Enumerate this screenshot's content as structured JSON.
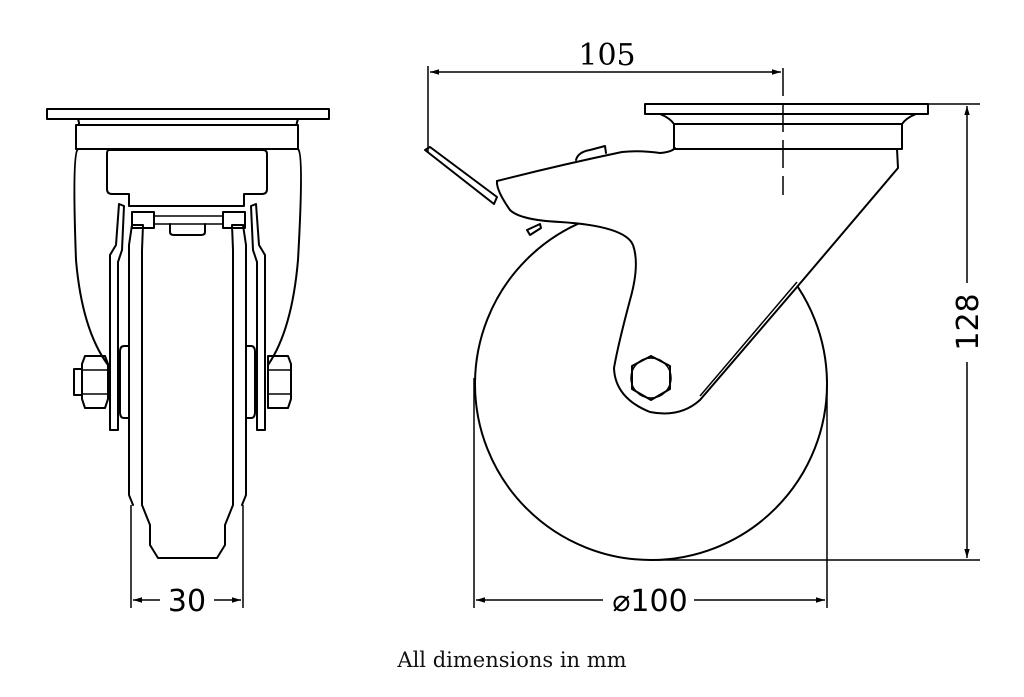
{
  "drawing": {
    "subject": "Swivel castor with brake - technical drawing",
    "views": [
      {
        "name": "front-view",
        "label": ""
      },
      {
        "name": "side-view",
        "label": ""
      }
    ],
    "dimensions": {
      "wheel_width": "30",
      "brake_offset": "105",
      "wheel_diameter": "⌀100",
      "overall_height": "128"
    },
    "caption": "All dimensions in mm",
    "line_color": "#000000",
    "background": "#ffffff"
  }
}
